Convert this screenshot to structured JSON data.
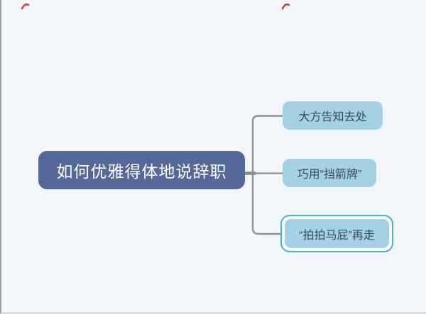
{
  "canvas": {
    "background_color": "#f3f7fb",
    "left_edge_color": "#9aa0a8",
    "bottom_edge_color": "#d9dee3"
  },
  "mindmap": {
    "root": {
      "label": "如何优雅得体地说辞职",
      "fill_color": "#54689a",
      "text_color": "#ffffff"
    },
    "children": [
      {
        "label": "大方告知去处",
        "fill_color": "#a5d1e5",
        "text_color": "#39495a",
        "selected": false
      },
      {
        "label": "巧用“挡箭牌”",
        "fill_color": "#a5d1e5",
        "text_color": "#39495a",
        "selected": false
      },
      {
        "label": "“拍拍马屁”再走",
        "fill_color": "#a5d1e5",
        "text_color": "#39495a",
        "selected": true
      }
    ],
    "connector_color": "#8b9099",
    "selection_ring_color": "#45b5d6"
  },
  "annotations": {
    "mark_color": "#e03b2f"
  }
}
